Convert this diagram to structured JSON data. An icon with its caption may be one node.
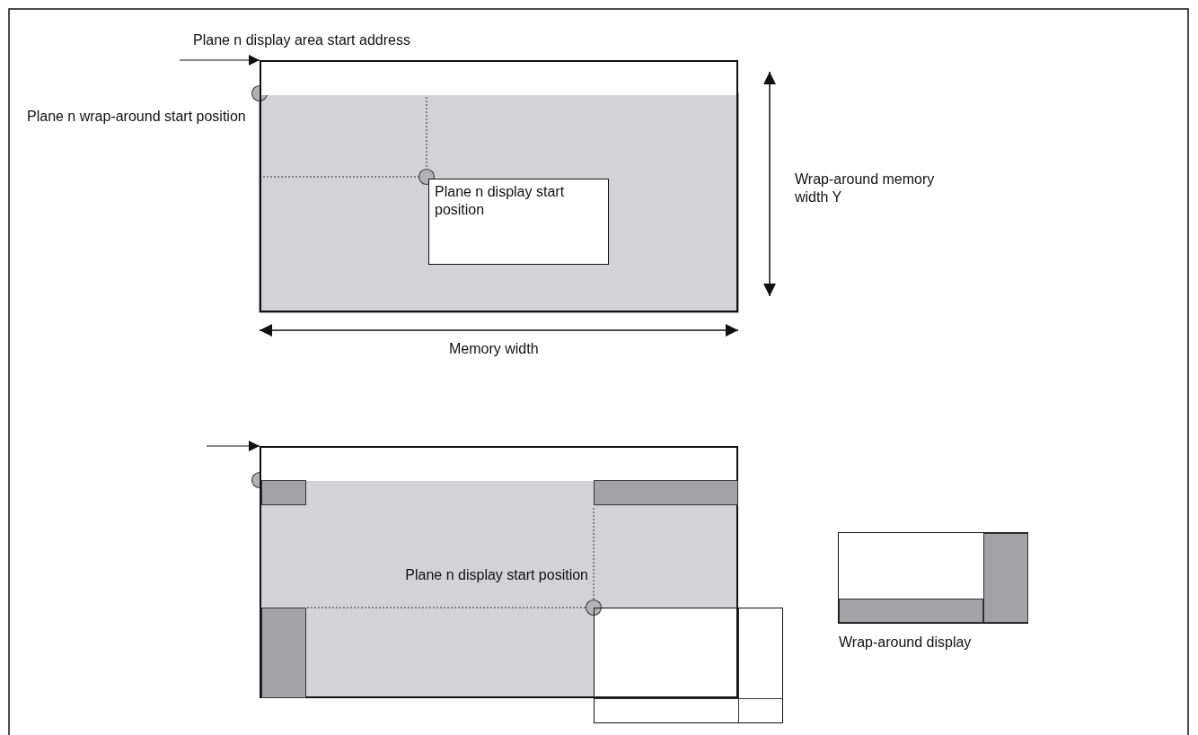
{
  "diagram": {
    "nodes": [
      {
        "text": [],
        "shape": "box"
      },
      {
        "text": [],
        "shape": "box",
        "in": 0
      },
      {
        "text": [],
        "shape": "box"
      },
      {
        "text": [],
        "shape": "box",
        "in": 2
      },
      {
        "text": [],
        "shape": "box",
        "in": 2
      },
      {
        "text": [],
        "shape": "box",
        "in": 2
      },
      {
        "text": [],
        "shape": "box"
      },
      {
        "text": [],
        "shape": "box",
        "beside": [
          "Wrap-around display"
        ]
      },
      {
        "text": [],
        "shape": "box",
        "in": 7
      },
      {
        "text": [],
        "shape": "box",
        "in": 7
      }
    ],
    "edges": [
      {
        "from": null,
        "to": 0,
        "arrow": "to"
      },
      {
        "from": null,
        "to": 2,
        "arrow": "to"
      }
    ],
    "labels": [
      "Plane n display area start address",
      "Plane n wrap-around start position",
      "Plane n display start position",
      "Wrap-around memory width Y",
      "Memory width",
      "Plane n display start position"
    ]
  }
}
